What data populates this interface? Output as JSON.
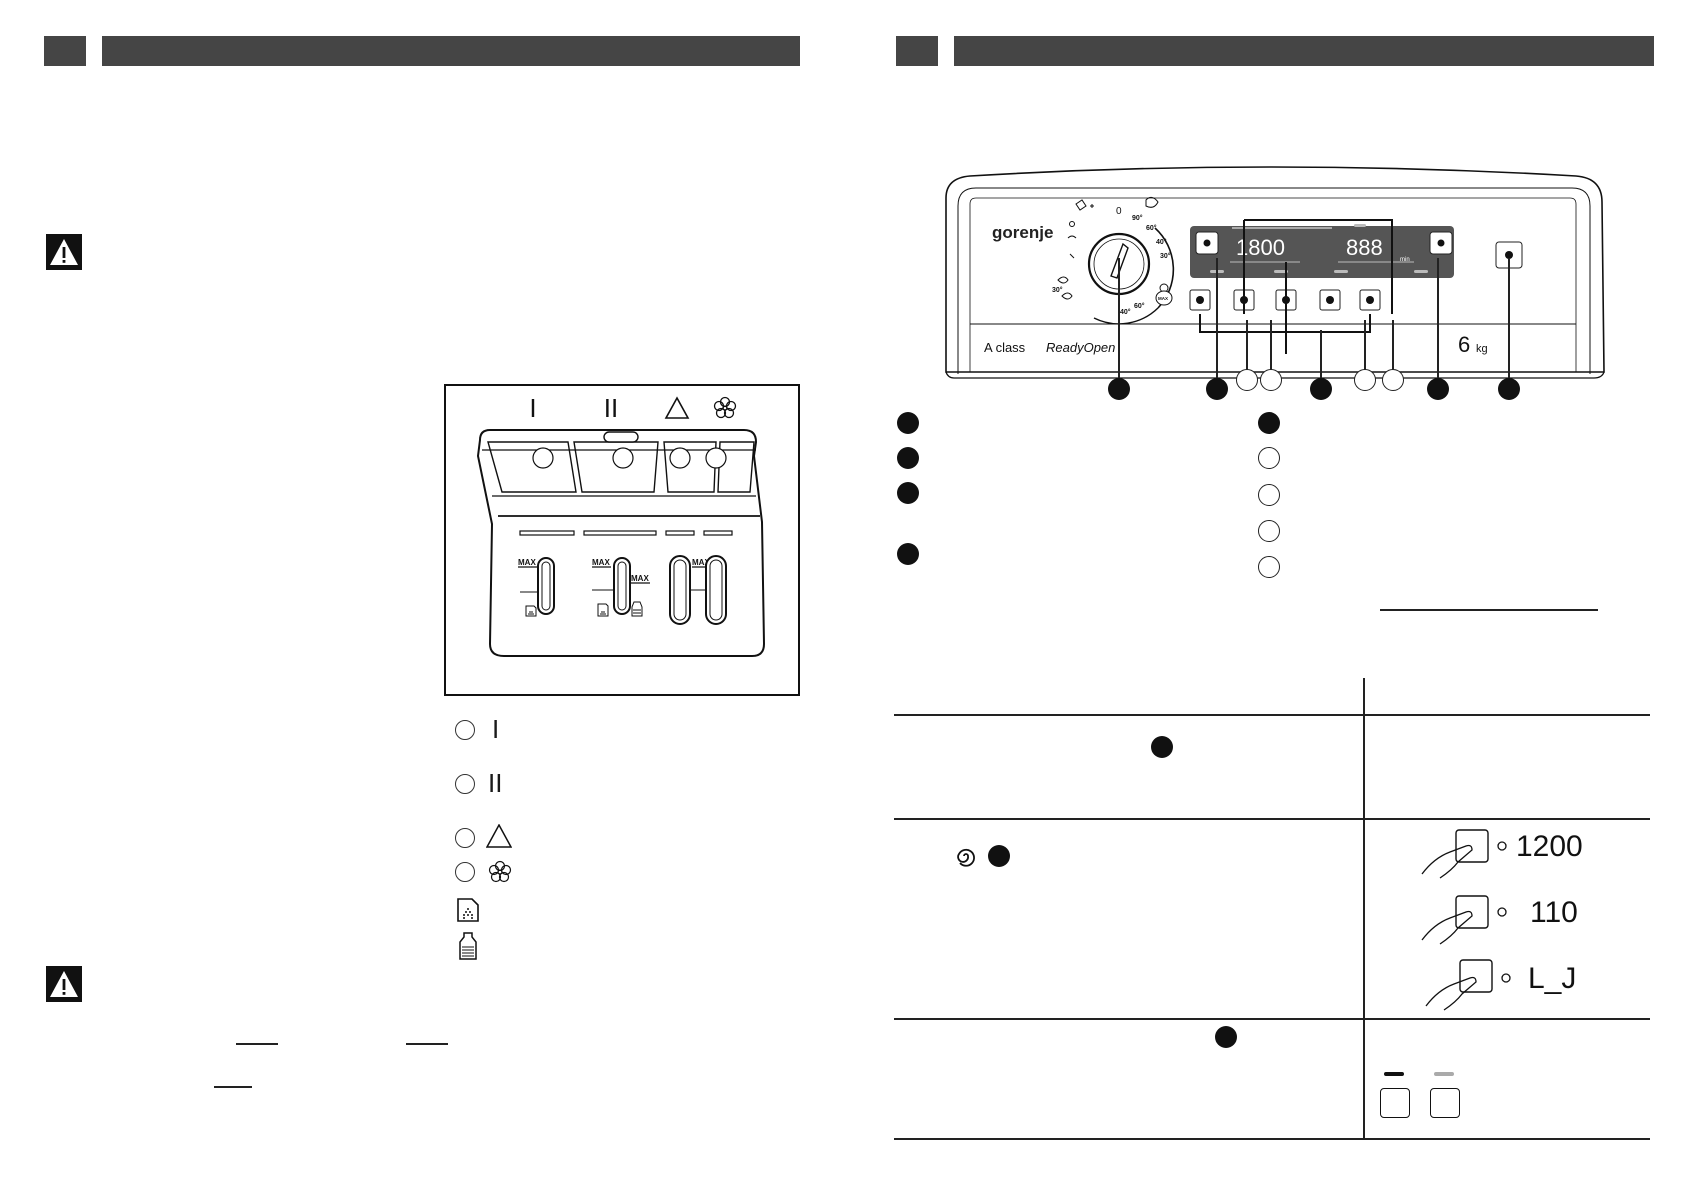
{
  "panel": {
    "brand": "gorenje",
    "energy_class": "A class",
    "feature": "ReadyOpen",
    "capacity_value": "6",
    "capacity_unit": "kg",
    "spin_display": "1800",
    "time_display": "888",
    "dial_zero": "0",
    "dial_temps": [
      "90°",
      "60°",
      "40°",
      "30°",
      "60°",
      "40°",
      "30°"
    ],
    "max_label": "MAX",
    "min_label": "min"
  },
  "dispenser": {
    "compartments": [
      "I",
      "II",
      "△",
      "✿"
    ],
    "max_label": "MAX",
    "legend": [
      {
        "symbol": "I"
      },
      {
        "symbol": "II"
      },
      {
        "symbol": "△"
      },
      {
        "symbol": "✿"
      }
    ]
  },
  "spin_steps": {
    "values": [
      "1200",
      "110",
      "L_J"
    ]
  },
  "colors": {
    "header_bar": "#454545",
    "panel_display": "#555555",
    "marker": "#111111"
  }
}
